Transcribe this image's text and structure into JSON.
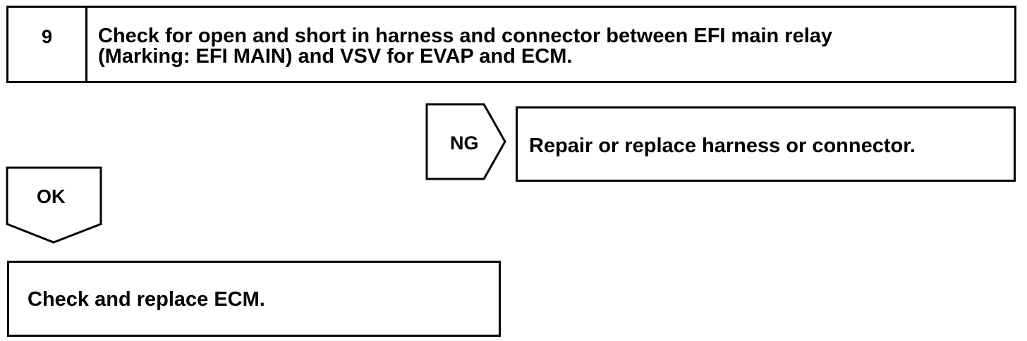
{
  "step": {
    "number": "9",
    "title_lines": [
      "Check for open and short in harness and connector between EFI main relay",
      "(Marking: EFI MAIN) and VSV for EVAP and ECM."
    ]
  },
  "ng_branch": {
    "label": "NG",
    "action": "Repair or replace harness or connector."
  },
  "ok_branch": {
    "label": "OK"
  },
  "final_step": {
    "text": "Check and replace ECM."
  }
}
